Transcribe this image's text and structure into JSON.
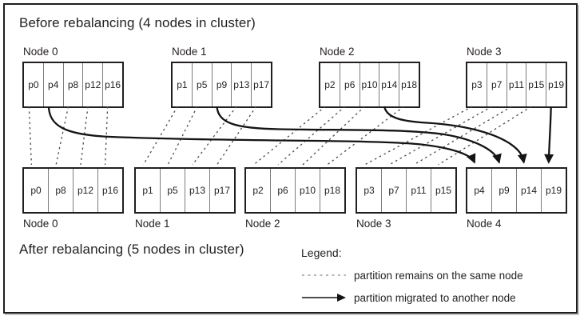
{
  "diagram": {
    "before": {
      "title": "Before rebalancing (4 nodes in cluster)",
      "nodes": [
        {
          "label": "Node 0",
          "partitions": [
            "p0",
            "p4",
            "p8",
            "p12",
            "p16"
          ]
        },
        {
          "label": "Node 1",
          "partitions": [
            "p1",
            "p5",
            "p9",
            "p13",
            "p17"
          ]
        },
        {
          "label": "Node 2",
          "partitions": [
            "p2",
            "p6",
            "p10",
            "p14",
            "p18"
          ]
        },
        {
          "label": "Node 3",
          "partitions": [
            "p3",
            "p7",
            "p11",
            "p15",
            "p19"
          ]
        }
      ]
    },
    "after": {
      "title": "After rebalancing (5 nodes in cluster)",
      "nodes": [
        {
          "label": "Node 0",
          "partitions": [
            "p0",
            "p8",
            "p12",
            "p16"
          ]
        },
        {
          "label": "Node 1",
          "partitions": [
            "p1",
            "p5",
            "p13",
            "p17"
          ]
        },
        {
          "label": "Node 2",
          "partitions": [
            "p2",
            "p6",
            "p10",
            "p18"
          ]
        },
        {
          "label": "Node 3",
          "partitions": [
            "p3",
            "p7",
            "p11",
            "p15"
          ]
        },
        {
          "label": "Node 4",
          "partitions": [
            "p4",
            "p9",
            "p14",
            "p19"
          ]
        }
      ]
    },
    "migrations": [
      {
        "partition": "p4",
        "from": "Node 0",
        "to": "Node 4"
      },
      {
        "partition": "p9",
        "from": "Node 1",
        "to": "Node 4"
      },
      {
        "partition": "p14",
        "from": "Node 2",
        "to": "Node 4"
      },
      {
        "partition": "p19",
        "from": "Node 3",
        "to": "Node 4"
      }
    ],
    "legend": {
      "title": "Legend:",
      "items": [
        {
          "icon": "dashed-line",
          "label": "partition remains on the same node"
        },
        {
          "icon": "solid-arrow",
          "label": "partition migrated to another node"
        }
      ]
    },
    "colors": {
      "ink": "#231f20",
      "dashed_link": "#4a4a4a",
      "migration_arrow": "#141414",
      "legend_dash": "#9b9b9b"
    }
  }
}
